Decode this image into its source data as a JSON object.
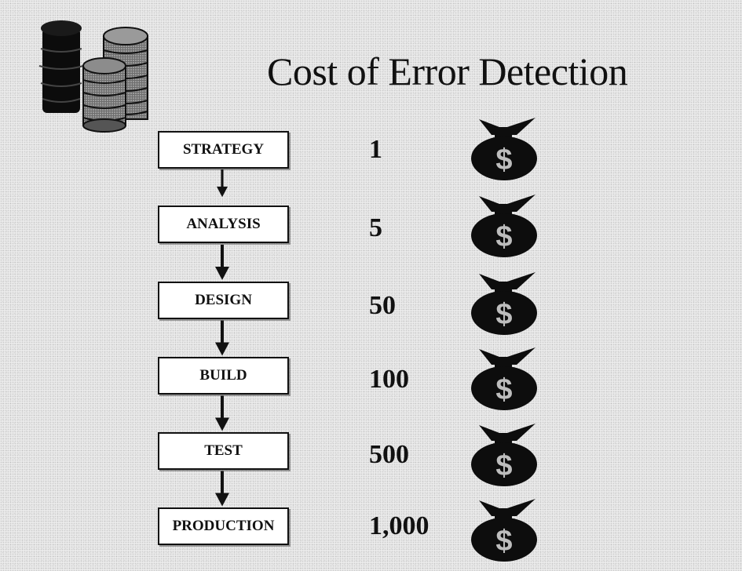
{
  "title": "Cost of Error Detection",
  "stages": [
    {
      "label": "STRATEGY",
      "cost": "1"
    },
    {
      "label": "ANALYSIS",
      "cost": "5"
    },
    {
      "label": "DESIGN",
      "cost": "50"
    },
    {
      "label": "BUILD",
      "cost": "100"
    },
    {
      "label": "TEST",
      "cost": "500"
    },
    {
      "label": "PRODUCTION",
      "cost": "1,000"
    }
  ],
  "icons": {
    "coins": "coin-stacks-icon",
    "bag": "money-bag-icon",
    "bag_symbol": "$",
    "arrow": "arrow-down-icon"
  }
}
